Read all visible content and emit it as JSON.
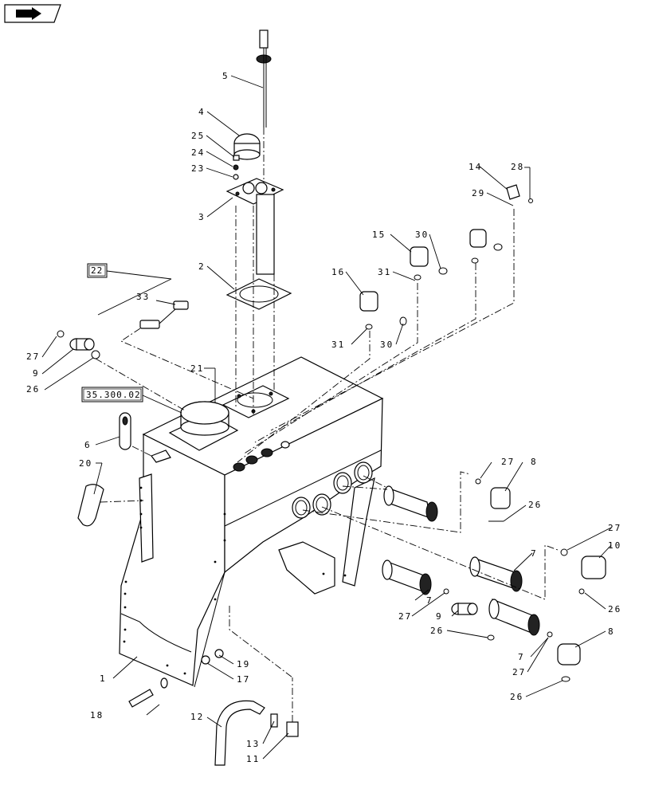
{
  "callouts": {
    "c1": "1",
    "c2": "2",
    "c3": "3",
    "c4": "4",
    "c5": "5",
    "c6": "6",
    "c7a": "7",
    "c7b": "7",
    "c7c": "7",
    "c8a": "8",
    "c8b": "8",
    "c9a": "9",
    "c9b": "9",
    "c10": "10",
    "c11": "11",
    "c12": "12",
    "c13": "13",
    "c14": "14",
    "c15": "15",
    "c16": "16",
    "c17": "17",
    "c18": "18",
    "c19": "19",
    "c20": "20",
    "c21": "21",
    "c23": "23",
    "c24": "24",
    "c25": "25",
    "c26a": "26",
    "c26b": "26",
    "c26c": "26",
    "c26d": "26",
    "c26e": "26",
    "c27a": "27",
    "c27b": "27",
    "c27c": "27",
    "c27d": "27",
    "c27e": "27",
    "c28": "28",
    "c29": "29",
    "c30a": "30",
    "c30b": "30",
    "c31a": "31",
    "c31b": "31",
    "c33": "33"
  },
  "references": {
    "ref_22": "22",
    "ref_35_300_02": "35.300.02"
  },
  "nav_icon": "next-page-icon"
}
